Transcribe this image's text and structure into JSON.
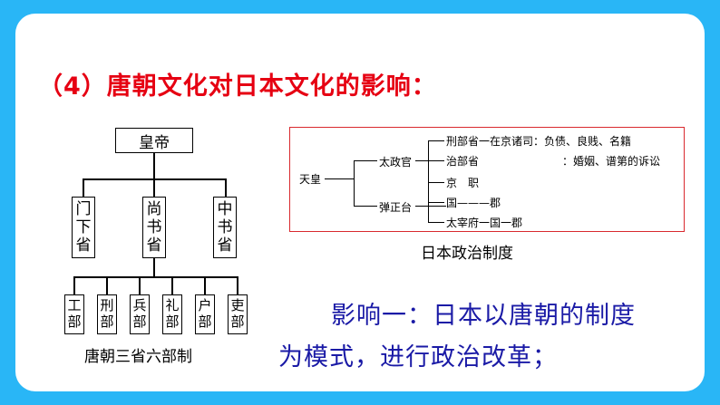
{
  "title": "（4）唐朝文化对日本文化的影响：",
  "tang_chart": {
    "emperor": "皇帝",
    "provinces": [
      [
        "门",
        "下",
        "省"
      ],
      [
        "尚",
        "书",
        "省"
      ],
      [
        "中",
        "书",
        "省"
      ]
    ],
    "ministries": [
      [
        "工",
        "部"
      ],
      [
        "刑",
        "部"
      ],
      [
        "兵",
        "部"
      ],
      [
        "礼",
        "部"
      ],
      [
        "户",
        "部"
      ],
      [
        "吏",
        "部"
      ]
    ],
    "caption": "唐朝三省六部制"
  },
  "japan_chart": {
    "emperor": "天皇",
    "dajokan": "太政官",
    "danjodai": "弹正台",
    "items": [
      "刑部省一在京诸司：负债、良贱、名籍",
      "治部省",
      "京　职",
      "国———郡",
      "太宰府一国一郡"
    ],
    "note": "：婚姻、谱第的诉讼",
    "caption": "日本政治制度"
  },
  "impact": {
    "line1": "影响一：日本以唐朝的制度",
    "line2": "为模式，进行政治改革；"
  }
}
